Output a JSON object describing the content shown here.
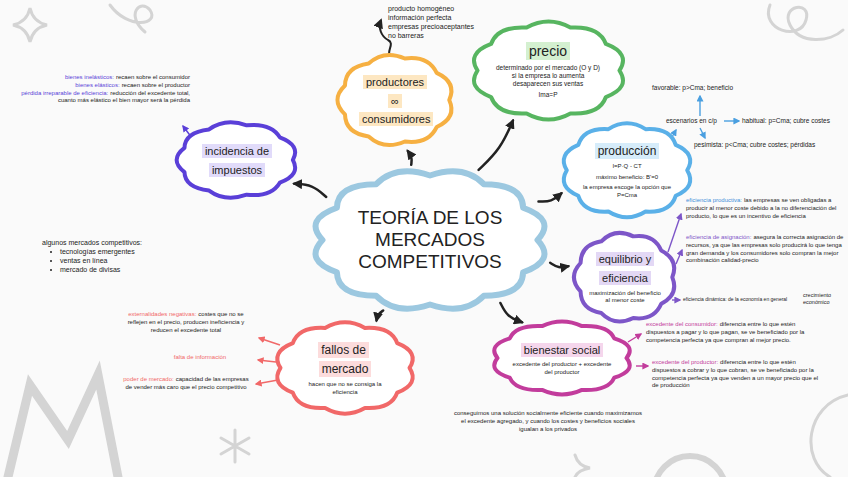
{
  "diagram": {
    "nodes": [
      {
        "text": [
          "TEORÍA DE LOS MERCADOS COMPETITIVOS"
        ]
      },
      {
        "text": [
          "productores ∞ consumidores"
        ]
      },
      {
        "text": [
          "precio",
          "determinado por el mercado (O y D) si la empresa lo aumenta desaparecen sus ventas",
          "Ima=P"
        ]
      },
      {
        "text": [
          "producción",
          "I=P·Q - CT",
          "máximo beneficio: B'=0",
          "la empresa escoge la opción que P=Cma"
        ]
      },
      {
        "text": [
          "equilibrio y eficiencia",
          "maximización del beneficio al menor coste"
        ]
      },
      {
        "text": [
          "bienestar social",
          "excedente del productor + excedente del productor"
        ]
      },
      {
        "text": [
          "fallos de mercado",
          "hacen que no se consiga la eficiencia"
        ]
      },
      {
        "text": [
          "incidencia de impuestos"
        ]
      }
    ],
    "edges": [
      {
        "from": 0,
        "to": 1,
        "arrow": "to"
      },
      {
        "from": 0,
        "to": 2,
        "arrow": "to"
      },
      {
        "from": 0,
        "to": 3,
        "arrow": "to"
      },
      {
        "from": 0,
        "to": 4,
        "arrow": "to"
      },
      {
        "from": 0,
        "to": 5,
        "arrow": "to"
      },
      {
        "from": 0,
        "to": 6,
        "arrow": "to"
      },
      {
        "from": 0,
        "to": 7,
        "arrow": "to"
      }
    ],
    "labels": [
      "producto homogéneo",
      "información perfecta",
      "empresas precioaceptantes",
      "no barreras",
      "favorable: p>Cma; beneficio",
      "escenarios en c/p",
      "habitual: p=Cma; cubre costes",
      "pesimista: p<Cma; cubre costes; pérdidas",
      "eficiencia productiva:",
      "las empresas se ven obligadas a producir al menor coste debido a la no diferenciación del producto, lo que es un incentivo de eficiencia",
      "eficiencia de asignación:",
      "asegura la correcta asignación de recursos, ya que las empresas solo producirá lo que tenga gran demanda y los consumidores solo compran la mejor combinación calidad-precio",
      "eficiencia dinámica: de la economía en general",
      "crecimiento económico",
      "excedente del consumidor:",
      "diferencia entre lo que estén dispuestos a pagar y lo que pagan, se ve beneficiado por la competencia perfecta ya que compran al mejor precio.",
      "excedente del productor:",
      "diferencia entre lo que estén dispuestos a cobrar y lo que cobran, se ve beneficiado por la competencia perfecta ya que venden a un mayor precio que el de producción",
      "conseguimos una solución socialmente eficiente cuando maximizamos el excedente agregado, y cuando los costes y beneficios sociales igualan a los privados",
      "externalidades negativas:",
      "costes que no se reflejen en el precio, producen ineficiencia y reducen el excedente total",
      "falta de información",
      "poder de mercado:",
      "capacidad de las empresas de vender más caro que el precio competitivo",
      "algunos mercados competitivos:",
      "tecnologías emergentes",
      "ventas en línea",
      "mercado de divisas",
      "bienes inelásticos:",
      "recaen sobre el consumidor",
      "bienes elásticos:",
      "recaen sobre el productor",
      "pérdida irreparable de eficiencia:",
      "reducción del excedente total, cuanto más elástico el bien mayor será la pérdida"
    ]
  }
}
